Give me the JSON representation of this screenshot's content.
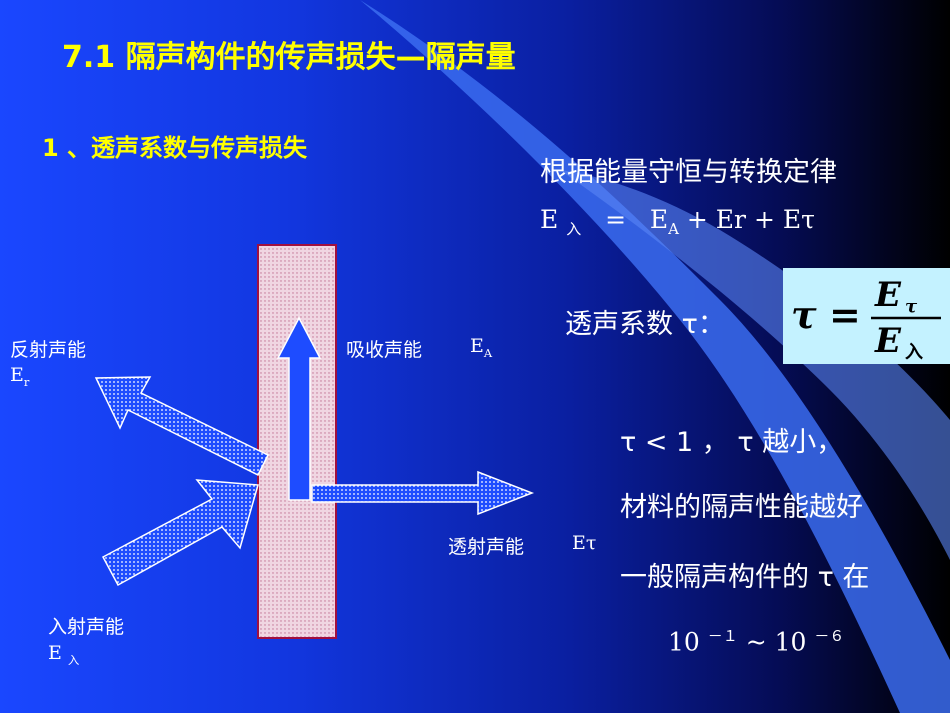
{
  "title": "7.1  隔声构件的传声损失—隔声量",
  "subtitle": "1 、透声系数与传声损失",
  "right_text": {
    "law": "根据能量守恒与转换定律",
    "eq_E": "E",
    "eq_in": "入",
    "eq_equals": "=",
    "eq_EA": "E",
    "eq_EA_sub": "A",
    "eq_rest": " +  Er  +  Eτ",
    "trans_label": "透声系数 τ：",
    "tau_line": "τ < 1 ，    τ 越小，",
    "better_line": "材料的隔声性能越好",
    "general_line": "一般隔声构件的 τ 在",
    "range_a": "10",
    "range_a_exp": "－１",
    "range_tilde": "~",
    "range_b": "10",
    "range_b_exp": "－６"
  },
  "formula": {
    "lhs": "τ",
    "eq": "=",
    "num": "E",
    "num_sub": "τ",
    "den": "E",
    "den_sub": "入"
  },
  "diagram": {
    "reflected": "反射声能",
    "reflected_sym": "E",
    "reflected_sub": "r",
    "absorbed": "吸收声能",
    "absorbed_sym": "E",
    "absorbed_sub": "A",
    "transmitted": "透射声能",
    "transmitted_sym": "Eτ",
    "incident": "入射声能",
    "incident_sym": "E",
    "incident_sub": "入"
  },
  "colors": {
    "background_left": "#1a47ff",
    "background_right": "#000000",
    "title": "#ffff00",
    "formula_bg": "#c4f2ff",
    "wall_fill": "#e8c8d8",
    "wall_border": "#a01040",
    "arrow_blue": "#1e4cff",
    "arrow_white": "#ffffff"
  }
}
